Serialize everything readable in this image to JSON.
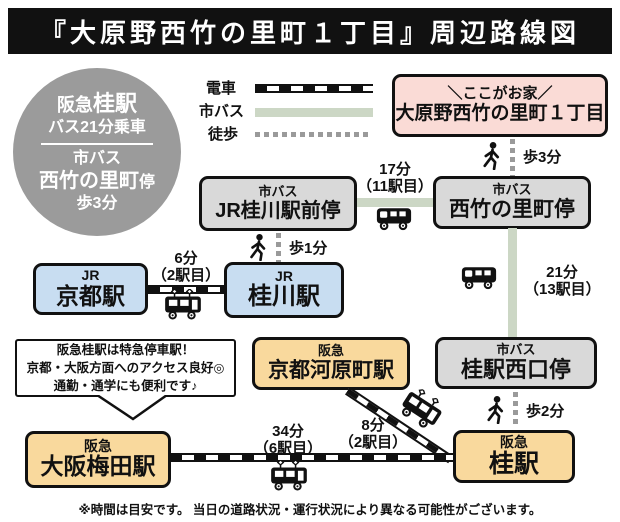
{
  "title": "『大原野西竹の里町１丁目』周辺路線図",
  "legend": {
    "train_label": "電車",
    "citybus_label": "市バス",
    "walk_label": "徒歩"
  },
  "colors": {
    "jr_blue": "#c8ddf1",
    "hankyu_orange": "#f9d99d",
    "bus_gray": "#d9d9d9",
    "home_pink": "#fadbd6",
    "bus_line_green": "#ccd7c5",
    "circle_gray": "#9b9b9b"
  },
  "summary_circle": {
    "station_prefix": "阪急",
    "station_main": "桂駅",
    "ride": "バス21分乗車",
    "bus_type": "市バス",
    "stop_main": "西竹の里町",
    "stop_suffix": "停",
    "walk": "歩3分"
  },
  "home": {
    "callout": "＼ここがお家／",
    "name": "大原野西竹の里町１丁目"
  },
  "stations": {
    "katsuragawa_ekimae": {
      "type": "市バス",
      "name": "JR桂川駅前停"
    },
    "nishitakenosato": {
      "type": "市バス",
      "name": "西竹の里町停"
    },
    "kyoto": {
      "type": "JR",
      "name": "京都駅"
    },
    "katsuragawa": {
      "type": "JR",
      "name": "桂川駅"
    },
    "kawaramachi": {
      "type": "阪急",
      "name": "京都河原町駅"
    },
    "katsura_nishiguchi": {
      "type": "市バス",
      "name": "桂駅西口停"
    },
    "umeda": {
      "type": "阪急",
      "name": "大阪梅田駅"
    },
    "katsura": {
      "type": "阪急",
      "name": "桂駅"
    }
  },
  "routes": {
    "bus_katsuragawa_nishitake": {
      "time": "17分",
      "stops": "（11駅目）"
    },
    "bus_nishitake_katsuranishi": {
      "time": "21分",
      "stops": "（13駅目）"
    },
    "jr_kyoto_katsuragawa": {
      "time": "6分",
      "stops": "（2駅目）"
    },
    "hankyu_kawaramachi_katsura": {
      "time": "8分",
      "stops": "（2駅目）"
    },
    "hankyu_umeda_katsura": {
      "time": "34分",
      "stops": "（6駅目）"
    }
  },
  "walks": {
    "home_to_nishitake": "歩3分",
    "ekimae_to_katsuragawa": "歩1分",
    "nishiguchi_to_katsura": "歩2分"
  },
  "bubble": {
    "line1": "阪急桂駅は特急停車駅！",
    "line2": "京都・大阪方面へのアクセス良好◎",
    "line3": "通勤・通学にも便利です♪"
  },
  "footnote": "※時間は目安です。 当日の道路状況・運行状況により異なる可能性がございます。"
}
